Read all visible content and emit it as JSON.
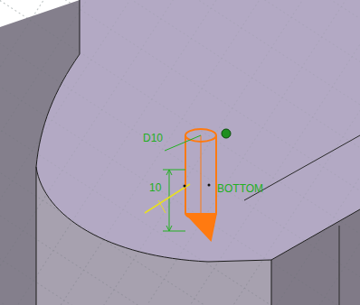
{
  "diagram": {
    "labels": [
      "D10",
      "10",
      "BOTTOM"
    ]
  }
}
